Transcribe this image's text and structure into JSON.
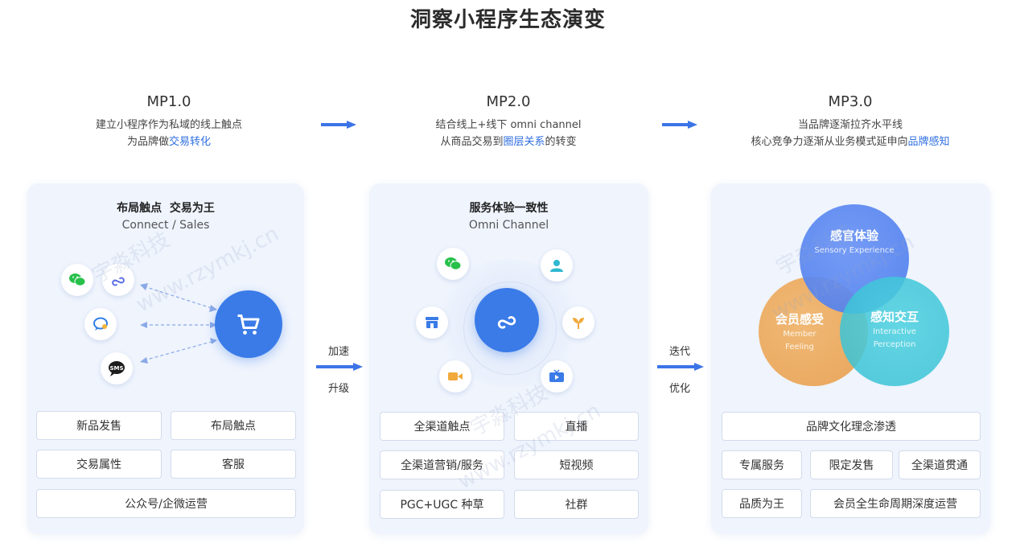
{
  "title": "洞察小程序生态演变",
  "stages": [
    {
      "name": "MP1.0",
      "line1": "建立小程序作为私域的线上触点",
      "line2_pre": "为品牌做",
      "line2_hl": "交易转化",
      "line2_post": ""
    },
    {
      "name": "MP2.0",
      "line1": "结合线上+线下 omni channel",
      "line2_pre": "从商品交易到",
      "line2_hl": "圈层关系",
      "line2_post": "的转变"
    },
    {
      "name": "MP3.0",
      "line1": "当品牌逐渐拉齐水平线",
      "line2_pre": "核心竞争力逐渐从业务模式延申向",
      "line2_hl": "品牌感知",
      "line2_post": ""
    }
  ],
  "transitions": [
    {
      "top": "加速",
      "bottom": "升级"
    },
    {
      "top": "迭代",
      "bottom": "优化"
    }
  ],
  "panels": [
    {
      "title": "布局触点  交易为王",
      "subtitle": "Connect / Sales",
      "icons": [
        "wechat-icon",
        "miniprogram-icon",
        "chat-bubble-icon",
        "sms-icon",
        "cart-icon"
      ],
      "tags": [
        "新品发售",
        "布局触点",
        "交易属性",
        "客服",
        "公众号/企微运营"
      ]
    },
    {
      "title": "服务体验一致性",
      "subtitle": "Omni Channel",
      "icons": [
        "wechat-icon",
        "user-icon",
        "store-icon",
        "plant-icon",
        "video-icon",
        "tv-icon",
        "miniprogram-icon"
      ],
      "tags": [
        "全渠道触点",
        "直播",
        "全渠道营销/服务",
        "短视频",
        "PGC+UGC 种草",
        "社群"
      ]
    },
    {
      "venn": [
        {
          "title": "感官体验",
          "sub1": "Sensory Experience",
          "sub2": ""
        },
        {
          "title": "会员感受",
          "sub1": "Member",
          "sub2": "Feeling"
        },
        {
          "title": "感知交互",
          "sub1": "Interactive",
          "sub2": "Perception"
        }
      ],
      "tags": [
        "品牌文化理念渗透",
        "专属服务",
        "限定发售",
        "全渠道贯通",
        "品质为王",
        "会员全生命周期深度运营"
      ]
    }
  ],
  "watermarks": [
    "宇淼科技",
    "www.rzymkj.cn"
  ],
  "colors": {
    "accent": "#2f6fe0",
    "panel_bg": "#eff4fd",
    "cart_blue": "#3a7be8",
    "venn_blue": "#4f86ef",
    "venn_orange": "#eba85c",
    "venn_teal": "#3cc2d6"
  }
}
